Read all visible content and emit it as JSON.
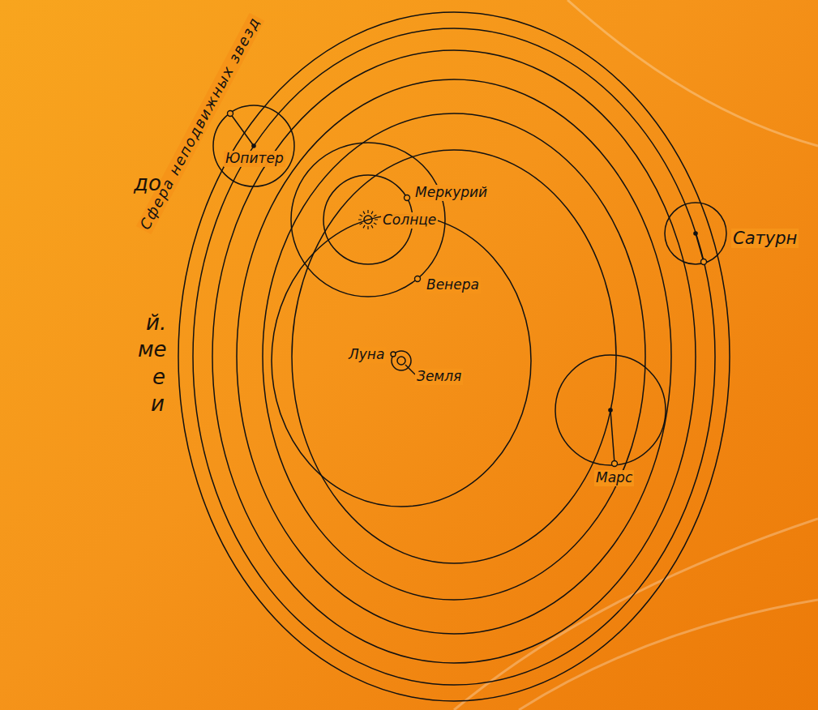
{
  "diagram": {
    "labels": [
      "Сфера неподвижных звезд",
      "Юпитер",
      "Меркурий",
      "Солнце",
      "Венера",
      "Луна",
      "Земля",
      "Сатурн",
      "Марс",
      "до",
      "й.",
      "ме",
      "е",
      "и"
    ]
  }
}
